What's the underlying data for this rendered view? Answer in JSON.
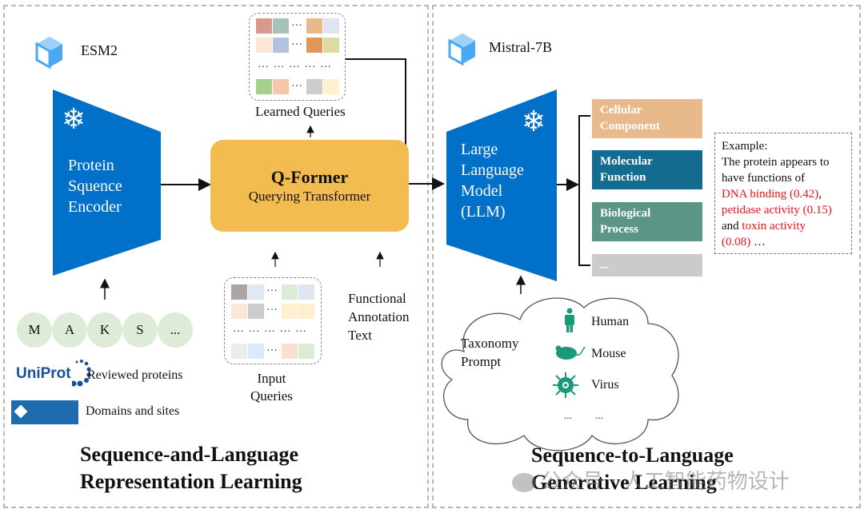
{
  "left_panel": {
    "model_name": "ESM2",
    "encoder_label": [
      "Protein",
      "Squence",
      "Encoder"
    ],
    "sequence_tokens": [
      "M",
      "A",
      "K",
      "S",
      "..."
    ],
    "uniprot_logo": "UniProt",
    "uniprot_caption": "Reviewed proteins",
    "interpro_logo": "InterPro",
    "interpro_caption": "Domains and sites",
    "qformer_title": "Q-Former",
    "qformer_subtitle": "Querying Transformer",
    "learned_queries_label": "Learned Queries",
    "input_queries_label": [
      "Input",
      "Queries"
    ],
    "functional_text_label": [
      "Functional",
      "Annotation",
      "Text"
    ],
    "section_title": [
      "Sequence-and-Language",
      "Representation Learning"
    ]
  },
  "right_panel": {
    "model_name": "Mistral-7B",
    "llm_label": [
      "Large",
      "Language",
      "Model",
      "(LLM)"
    ],
    "categories": [
      {
        "label": [
          "Cellular",
          "Component"
        ],
        "color": "#e8b98a"
      },
      {
        "label": [
          "Molecular",
          "Function"
        ],
        "color": "#136c8f"
      },
      {
        "label": [
          "Biological",
          "Process"
        ],
        "color": "#5a9585"
      },
      {
        "label": [
          "..."
        ],
        "color": "#cbcbcb"
      }
    ],
    "example": {
      "heading": "Example:",
      "line1": "The protein appears to",
      "line2": "have functions of",
      "item1": "DNA binding (0.42)",
      "sep1": ",",
      "item2": "petidase activity (0.15)",
      "and": "and ",
      "item3a": "toxin activity",
      "item3b": "(0.08)",
      "ellipsis": " …"
    },
    "taxonomy_label": [
      "Taxonomy",
      "Prompt"
    ],
    "taxonomy_items": [
      "Human",
      "Mouse",
      "Virus"
    ],
    "taxonomy_more": [
      "...",
      "..."
    ],
    "section_title": [
      "Sequence-to-Language",
      "Generative Learning"
    ]
  },
  "watermark": "公众号 · 人工智能药物设计",
  "colors": {
    "encoder_blue": "#0070c8",
    "qformer_yellow": "#f2bc50",
    "taxonomy_green": "#1a9a78",
    "highlight_red": "#e8141b"
  }
}
